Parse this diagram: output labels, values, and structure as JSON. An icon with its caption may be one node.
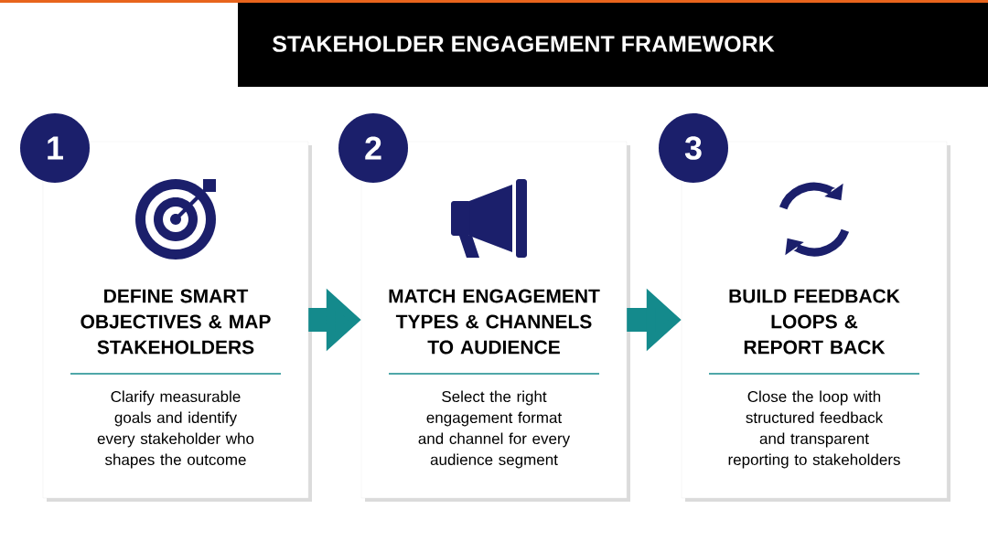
{
  "diagram": {
    "title": "STAKEHOLDER ENGAGEMENT FRAMEWORK",
    "nodes": [
      {
        "text": [
          "1"
        ]
      },
      {
        "text": [
          "DEFINE SMART OBJECTIVES & MAP STAKEHOLDERS",
          "Clarify measurable goals and identify every stakeholder who shapes the outcome"
        ]
      },
      {
        "text": [
          "2"
        ]
      },
      {
        "text": [
          "MATCH ENGAGEMENT TYPES & CHANNELS TO AUDIENCE",
          "Select the right engagement format and channel for every audience segment"
        ]
      },
      {
        "text": [
          "3"
        ]
      },
      {
        "text": [
          "BUILD FEEDBACK LOOPS & REPORT BACK",
          "Close the loop with structured feedback and transparent reporting to stakeholders"
        ]
      }
    ],
    "edges": [
      {
        "from": 1,
        "to": 3,
        "arrow": "to"
      },
      {
        "from": 3,
        "to": 5,
        "arrow": "to"
      }
    ]
  }
}
